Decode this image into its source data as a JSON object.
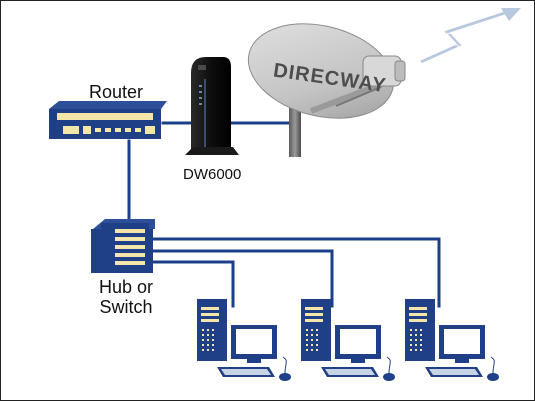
{
  "labels": {
    "router": "Router",
    "modem": "DW6000",
    "hub_line1": "Hub or",
    "hub_line2": "Switch"
  },
  "dish": {
    "brand": "DIRECWAY"
  },
  "colors": {
    "cable": "#1c3f8a",
    "device_blue": "#1f3f86",
    "router_panel": "#f3e6a8",
    "hub_vent": "#f3e6a8",
    "dish_gray": "#c6c6c6",
    "modem_black": "#111111",
    "signal_bolt": "#b8c8de"
  },
  "computers": [
    "workstation-1",
    "workstation-2",
    "workstation-3"
  ],
  "icons": [
    "satellite-signal-bolt-icon",
    "satellite-dish-icon",
    "modem-icon",
    "router-icon",
    "hub-switch-icon",
    "computer-icon"
  ]
}
